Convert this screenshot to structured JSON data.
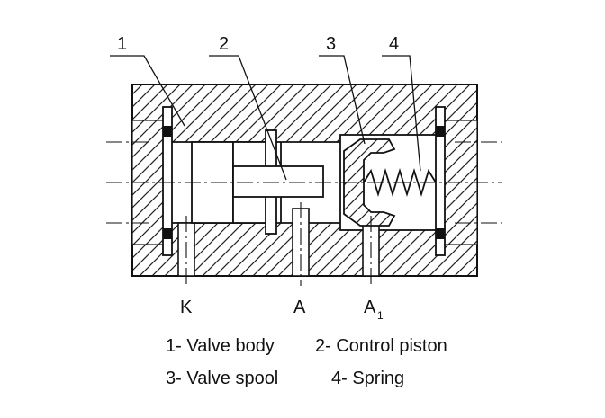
{
  "callouts": [
    "1",
    "2",
    "3",
    "4"
  ],
  "ports": {
    "k": {
      "main": "K",
      "sub": ""
    },
    "a": {
      "main": "A",
      "sub": ""
    },
    "a1": {
      "main": "A",
      "sub": "1"
    }
  },
  "legend": {
    "item1": "1- Valve body",
    "item2": "2- Control piston",
    "item3": "3- Valve spool",
    "item4": "4- Spring"
  }
}
